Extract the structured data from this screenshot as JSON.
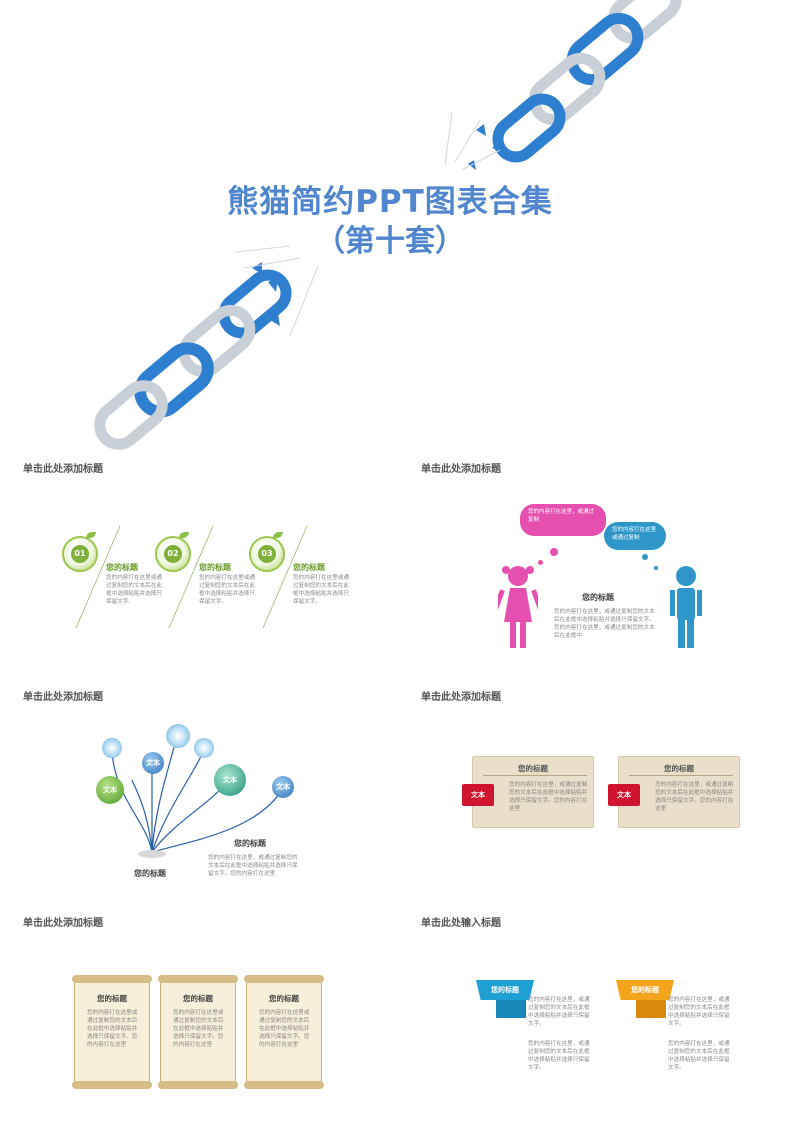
{
  "cover": {
    "title_line1": "熊猫简约PPT图表合集",
    "title_line2": "（第十套）",
    "accent_color": "#4f86cd",
    "chain_color": "#2f7fd0"
  },
  "slide1": {
    "heading": "单击此处添加标题",
    "items": [
      {
        "number": "01",
        "title": "您的标题",
        "text": "您的内容打在这里或通过复制您的文本后在此框中选择粘贴并选择只保留文字。"
      },
      {
        "number": "02",
        "title": "您的标题",
        "text": "您的内容打在这里或通过复制您的文本后在此框中选择粘贴并选择只保留文字。"
      },
      {
        "number": "03",
        "title": "您的标题",
        "text": "您的内容打在这里或通过复制您的文本后在此框中选择粘贴并选择只保留文字。"
      }
    ]
  },
  "slide2": {
    "heading": "单击此处添加标题",
    "cloud_pink_text": "您的内容打在这里，或通过复制",
    "cloud_blue_text": "您的内容打在这里或通过复制",
    "title": "您的标题",
    "text": "您的内容打在这里，或通过复制您的文本后在此框中选择粘贴并选择只保留文字。您的内容打在这里，或通过复制您的文本后在此框中",
    "pink": "#e44fb0",
    "blue": "#2e96c9"
  },
  "slide3": {
    "heading": "单击此处添加标题",
    "bubble_labels": [
      "文本",
      "文本",
      "文本",
      "文本"
    ],
    "side_title": "您的标题",
    "side_text": "您的内容打在这里，或通过复制您的文本后在此框中选择粘贴并选择只保留文字。您的内容打在这里",
    "base_title": "您的标题"
  },
  "slide4": {
    "heading": "单击此处添加标题",
    "cards": [
      {
        "tag": "文本",
        "title": "您的标题",
        "text": "您的内容打在这里，或通过复制您的文本后在此框中选择粘贴并选择只保留文字。您的内容打在这里"
      },
      {
        "tag": "文本",
        "title": "您的标题",
        "text": "您的内容打在这里，或通过复制您的文本后在此框中选择粘贴并选择只保留文字。您的内容打在这里"
      }
    ],
    "tag_color": "#d0142f"
  },
  "slide5": {
    "heading": "单击此处添加标题",
    "scrolls": [
      {
        "title": "您的标题",
        "text": "您的内容打在这里或通过复制您的文本后在此框中选择粘贴并选择只保留文字。您的内容打在这里"
      },
      {
        "title": "您的标题",
        "text": "您的内容打在这里或通过复制您的文本后在此框中选择粘贴并选择只保留文字。您的内容打在这里"
      },
      {
        "title": "您的标题",
        "text": "您的内容打在这里或通过复制您的文本后在此框中选择粘贴并选择只保留文字。您的内容打在这里"
      }
    ]
  },
  "slide6": {
    "heading": "单击此处输入标题",
    "items": [
      {
        "ribbon": "您的标题",
        "text1": "您的内容打在这里，或通过复制您的文本后在此框中选择粘贴并选择只保留文字。",
        "text2": "您的内容打在这里，或通过复制您的文本后在此框中选择粘贴并选择只保留文字。",
        "color": "#1f9fd3"
      },
      {
        "ribbon": "您的标题",
        "text1": "您的内容打在这里，或通过复制您的文本后在此框中选择粘贴并选择只保留文字。",
        "text2": "您的内容打在这里，或通过复制您的文本后在此框中选择粘贴并选择只保留文字。",
        "color": "#f5a51c"
      }
    ]
  }
}
